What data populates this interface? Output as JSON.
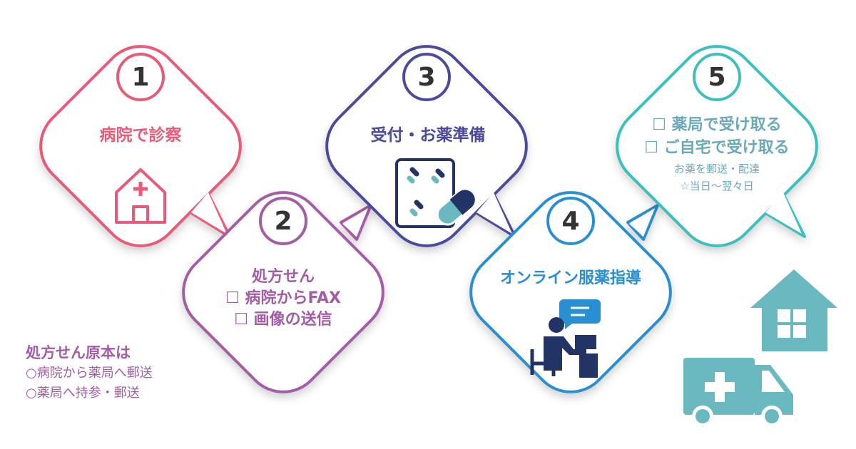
{
  "colors": {
    "step1": "#e85a78",
    "step2": "#a35ca5",
    "step3": "#4b4a9c",
    "step4": "#2a8fd0",
    "step5": "#3dbfc0",
    "icon_teal": "#6ab8c0",
    "text5": "#6aaab8"
  },
  "steps": [
    {
      "number": "1",
      "title": "病院で診察",
      "icon": "hospital-icon"
    },
    {
      "number": "2",
      "title": "処方せん",
      "options": [
        "☐ 病院からFAX",
        "☐ 画像の送信"
      ]
    },
    {
      "number": "3",
      "title": "受付・お薬準備",
      "icon": "medicine-board-icon"
    },
    {
      "number": "4",
      "title": "オンライン服薬指導",
      "icon": "online-consultation-icon"
    },
    {
      "number": "5",
      "options": [
        "☐ 薬局で受け取る",
        "☐ ご自宅で受け取る"
      ],
      "note1": "お薬を郵送・配達",
      "note2": "☆当日〜翌々日"
    }
  ],
  "original_note": {
    "title": "処方せん原本は",
    "lines": [
      "○病院から薬局へ郵送",
      "○薬局へ持参・郵送"
    ]
  }
}
